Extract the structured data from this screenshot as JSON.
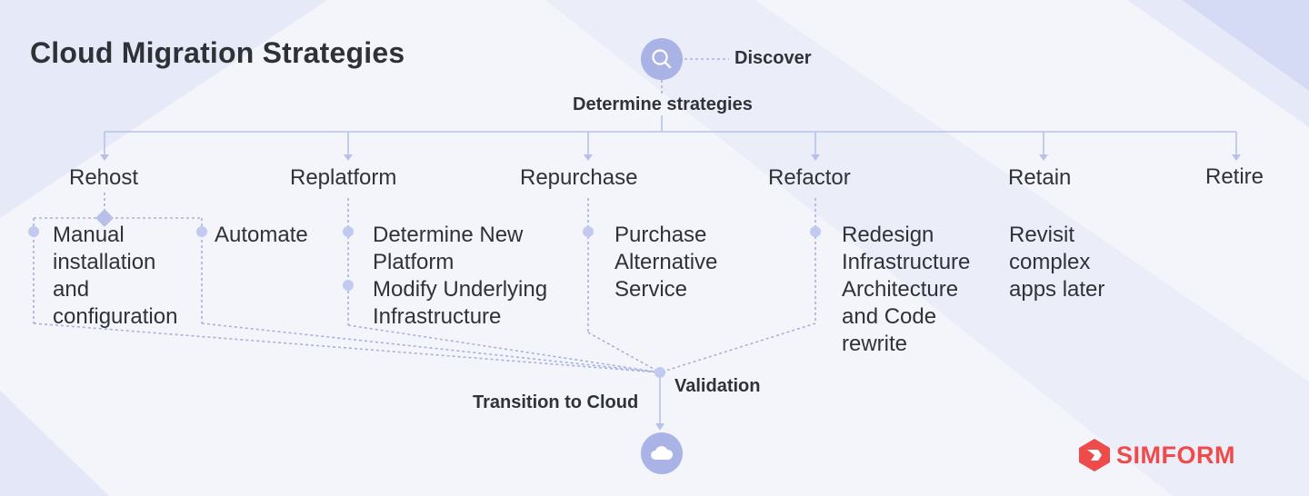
{
  "title": "Cloud Migration Strategies",
  "discover_label": "Discover",
  "determine_label": "Determine strategies",
  "strategies": [
    "Rehost",
    "Replatform",
    "Repurchase",
    "Refactor",
    "Retain",
    "Retire"
  ],
  "rehost": {
    "manual": "Manual installation and configuration",
    "automate": "Automate"
  },
  "replatform": {
    "determine": "Determine New Platform",
    "modify": "Modify Underlying Infrastructure"
  },
  "repurchase": {
    "purchase": "Purchase Alternative Service"
  },
  "refactor": {
    "redesign": "Redesign Infrastructure Architecture and Code rewrite"
  },
  "retain": {
    "revisit": "Revisit complex apps later"
  },
  "validation_label": "Validation",
  "transition_label": "Transition to Cloud",
  "brand": "SIMFORM",
  "colors": {
    "accent": "#aab3e6",
    "line": "#b9c1e8",
    "text": "#2f3237",
    "brand": "#ef4b4b"
  },
  "icons": {
    "discover": "search-icon",
    "cloud": "cloud-icon",
    "brand": "simform-logo-icon"
  }
}
